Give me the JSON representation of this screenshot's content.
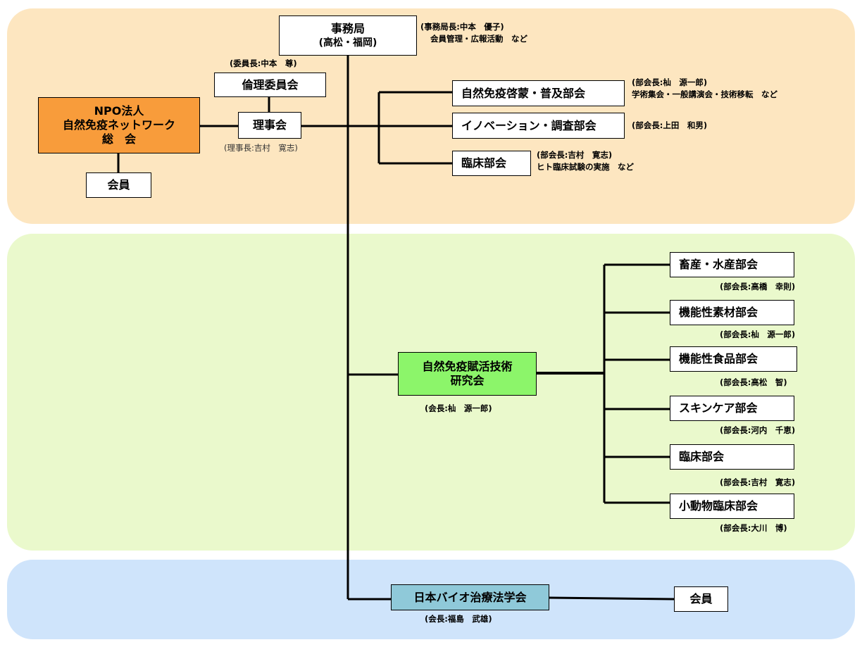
{
  "secretariat": {
    "line1": "事務局",
    "line2": "(高松・福岡)",
    "note1": "(事務局長:中本　優子)",
    "note2": "会員管理・広報活動　など"
  },
  "ethics": {
    "label": "倫理委員会",
    "note": "(委員長:中本　尊)"
  },
  "board": {
    "label": "理事会",
    "note": "(理事長:吉村　寛志)"
  },
  "assembly": {
    "line1": "NPO法人",
    "line2": "自然免疫ネットワーク",
    "line3": "総　会"
  },
  "assembly_member": {
    "label": "会員"
  },
  "upper_departments": [
    {
      "label": "自然免疫啓蒙・普及部会",
      "note1": "(部会長:杣　源一郎)",
      "note2": "学術集会・一般講演会・技術移転　など"
    },
    {
      "label": "イノベーション・調査部会",
      "note1": "(部会長:上田　和男)",
      "note2": ""
    },
    {
      "label": "臨床部会",
      "note1": "(部会長:吉村　寛志)",
      "note2": "ヒト臨床試験の実施　など"
    }
  ],
  "research": {
    "line1": "自然免疫賦活技術",
    "line2": "研究会",
    "note": "(会長:杣　源一郎)"
  },
  "research_departments": [
    {
      "label": "畜産・水産部会",
      "note": "(部会長:高橋　幸則)"
    },
    {
      "label": "機能性素材部会",
      "note": "(部会長:杣　源一郎)"
    },
    {
      "label": "機能性食品部会",
      "note": "(部会長:高松　智)"
    },
    {
      "label": "スキンケア部会",
      "note": "(部会長:河内　千恵)"
    },
    {
      "label": "臨床部会",
      "note": "(部会長:吉村　寛志)"
    },
    {
      "label": "小動物臨床部会",
      "note": "(部会長:大川　博)"
    }
  ],
  "society": {
    "label": "日本バイオ治療法学会",
    "note": "(会長:福島　武雄)"
  },
  "society_member": {
    "label": "会員"
  },
  "colors": {
    "top_band": "#fde6c0",
    "mid_band": "#eaf9cc",
    "bottom_band": "#cfe4fb",
    "assembly": "#f89c3b",
    "research": "#8cf56a",
    "society": "#8fc9d9"
  }
}
